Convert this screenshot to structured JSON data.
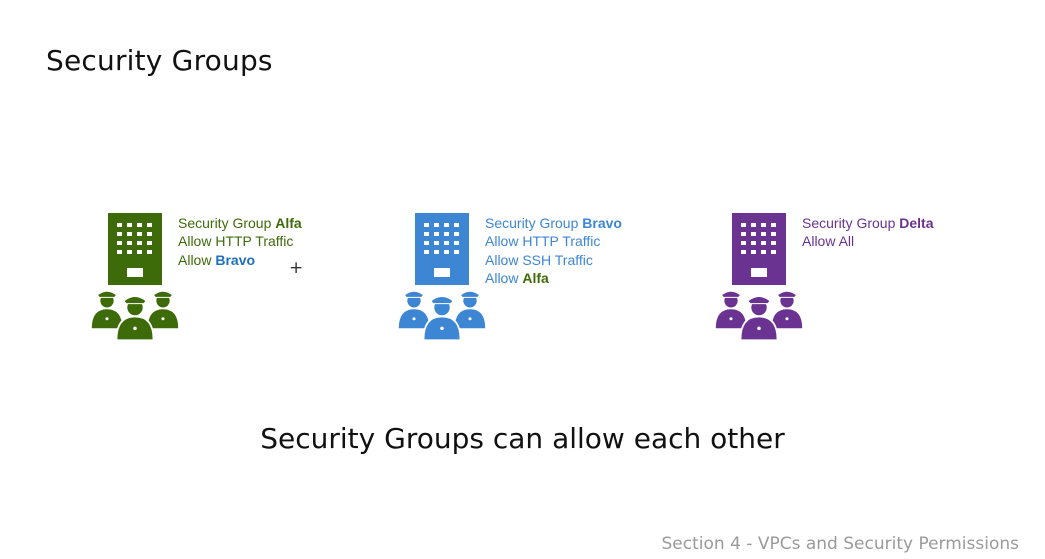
{
  "slide": {
    "title": "Security Groups",
    "headline": "Security Groups can allow each other",
    "footer": "Section 4 - VPCs and Security Permissions",
    "plus_symbol": "+"
  },
  "groups": [
    {
      "name": "Alfa",
      "color": "#3e6b0a",
      "icon": "building-with-guards-icon",
      "title_prefix": "Security Group",
      "title_name": "Alfa",
      "rules": [
        {
          "text": "Allow HTTP Traffic"
        },
        {
          "prefix": "Allow",
          "ref": "Bravo",
          "ref_color": "#1f6fbf"
        }
      ]
    },
    {
      "name": "Bravo",
      "color": "#3d86d4",
      "icon": "building-with-guards-icon",
      "title_prefix": "Security Group",
      "title_name": "Bravo",
      "rules": [
        {
          "text": "Allow HTTP Traffic"
        },
        {
          "text": "Allow SSH Traffic"
        },
        {
          "prefix": "Allow",
          "ref": "Alfa",
          "ref_color": "#3e6b0a"
        }
      ]
    },
    {
      "name": "Delta",
      "color": "#6a3391",
      "icon": "building-with-guards-icon",
      "title_prefix": "Security Group",
      "title_name": "Delta",
      "rules": [
        {
          "text": "Allow All"
        }
      ]
    }
  ]
}
